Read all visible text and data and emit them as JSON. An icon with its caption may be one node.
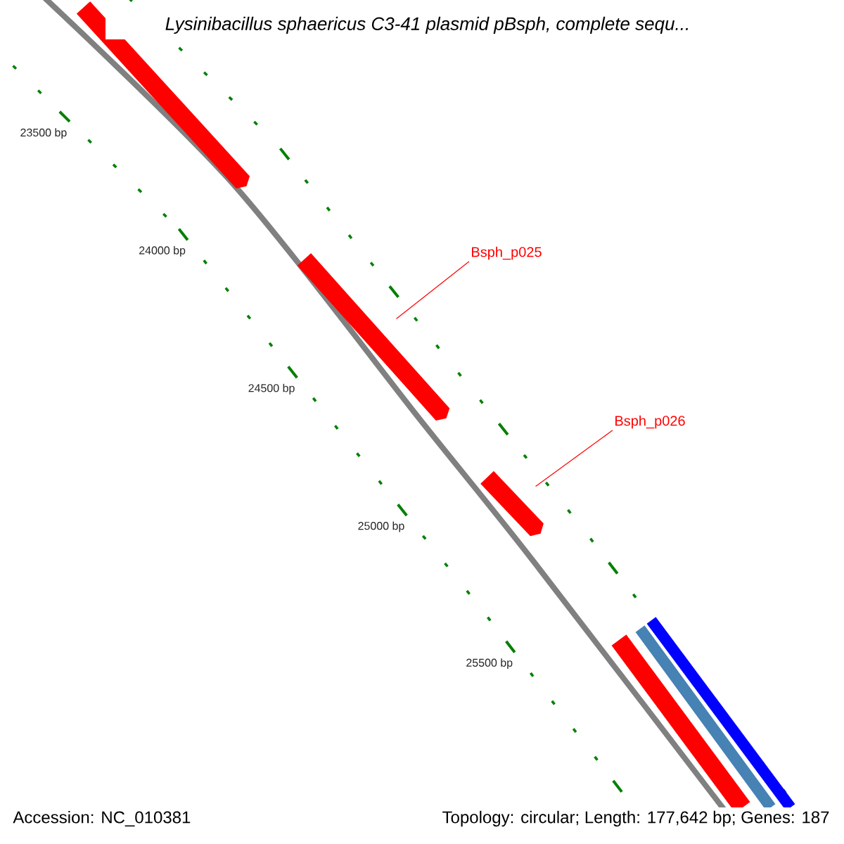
{
  "diagram": {
    "title": "Lysinibacillus sphaericus C3-41 plasmid pBsph, complete sequ...",
    "nodes": [
      {
        "text": [],
        "shape": "bar"
      },
      {
        "text": [],
        "shape": "bar"
      },
      {
        "text": [],
        "shape": "bar"
      },
      {
        "text": [
          "Bsph_p025"
        ]
      },
      {
        "text": [
          "Bsph_p026"
        ]
      },
      {
        "text": [],
        "shape": "bar"
      },
      {
        "text": [],
        "shape": "bar"
      },
      {
        "text": [],
        "shape": "bar"
      }
    ],
    "edges": [
      {
        "from": 3,
        "to": 1,
        "arrow": "none"
      },
      {
        "from": 4,
        "to": 2,
        "arrow": "none"
      }
    ],
    "labels": [
      "23500 bp",
      "24000 bp",
      "24500 bp",
      "25000 bp",
      "25500 bp",
      "Accession: NC_010381",
      "Topology: circular; Length: 177,642 bp; Genes: 187"
    ]
  }
}
